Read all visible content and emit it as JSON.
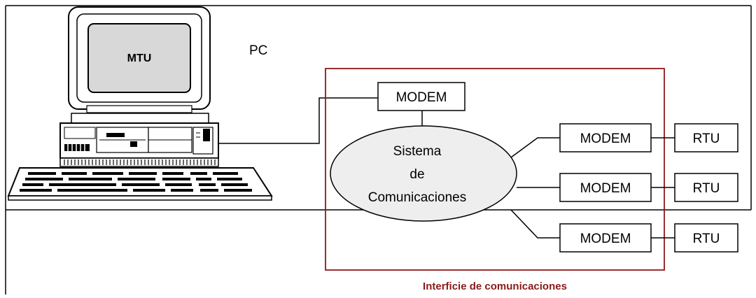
{
  "computer": {
    "screen_label": "MTU",
    "caption": "PC"
  },
  "interface": {
    "caption": "Interficie de comunicaciones",
    "border_color": "#8b1a1a"
  },
  "top_modem": {
    "label": "MODEM"
  },
  "comm_system": {
    "line1": "Sistema",
    "line2": "de",
    "line3": "Comunicaciones",
    "fill": "#eeeeee"
  },
  "branches": [
    {
      "modem_label": "MODEM",
      "rtu_label": "RTU"
    },
    {
      "modem_label": "MODEM",
      "rtu_label": "RTU"
    },
    {
      "modem_label": "MODEM",
      "rtu_label": "RTU"
    }
  ]
}
